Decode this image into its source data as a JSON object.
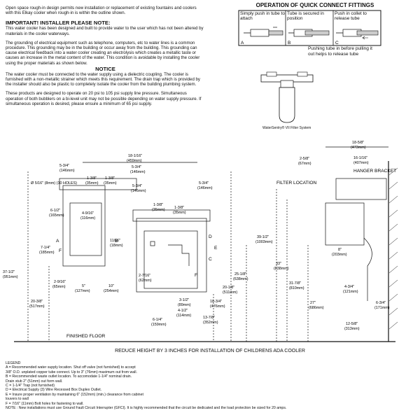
{
  "notes": {
    "intro": "Open space rough-in design permits new installation or replacement of existing fountains and coolers with this Elkay cooler when rough-in is within the outline shown.",
    "important_heading": "IMPORTANT!  INSTALLER PLEASE NOTE:",
    "important_body": "This water cooler has been designed and built to provide water to the user which has not been altered by materials in the cooler waterways.",
    "grounding": "The grounding of electrical equipment such as telephone, computers, etc to water lines is a common procedure.  This grounding may be in the building or occur away from the building.  This grounding can cause electrical feedback into a water cooler creating an electrolysis which creates a metallic taste or causes an increase in the metal content of the water.  This condition is avoidable by installing the cooler using the proper materials as shown below.",
    "notice_heading": "NOTICE",
    "notice_body": "The water cooler must be connected to the water supply using a dielectric coupling.  The cooler is furnished with a non-metallic strainer which meets this requirement.  The drain trap which is provided by the installer should also be plastic to completely isolate the cooler from the building plumbing system.",
    "pressure": "These products are designed to operate on 20 psi to 105 psi supply line pressure.  Simultaneous operation of both bubblers on a bi-level unit may not be possible depending on water supply pressure.  If simultaneous operation is desired, please ensure a minimum of 65 psi supply."
  },
  "fittings": {
    "title": "OPERATION OF QUICK CONNECT FITTINGS",
    "cells": [
      {
        "text": "Simply push in tube to attach",
        "letter": "A"
      },
      {
        "text": "Tube is secured in position",
        "letter": "B"
      },
      {
        "text": "Push in collet to release tube",
        "letter": "C"
      }
    ],
    "pushing_note": "Pushing tube in before pulling it out helps to release tube"
  },
  "filter_caption": "WaterSentry® VII Filter System",
  "drawing": {
    "labels": {
      "filter_location": "FILTER LOCATION",
      "hanger_bracket": "HANGER BRACKET",
      "finished_floor": "FINISHED FLOOR",
      "holes": "Ø 5/16\" (8mm) (10 HOLES)"
    },
    "letters": [
      "A",
      "B",
      "C",
      "D",
      "E",
      "F",
      "F"
    ],
    "dims": {
      "d_5_3_4_a": "5-3/4\"",
      "d_146_a": "(146mm)",
      "d_18_1_16": "18-1/16\"",
      "d_459": "(459mm)",
      "d_5_3_4_b": "5-3/4\"",
      "d_146_b": "(146mm)",
      "d_1_3_8_a": "1-3/8\"",
      "d_35_a": "(35mm)",
      "d_1_3_8_b": "1-3/8\"",
      "d_35_b": "(35mm)",
      "d_5_3_4_c": "5-3/4\"",
      "d_146_c": "(146mm)",
      "d_5_3_4_d": "5-3/4\"",
      "d_146_d": "(146mm)",
      "d_1_3_8_c": "1-3/8\"",
      "d_35_c": "(35mm)",
      "d_1_3_8_d": "1-3/8\"",
      "d_35_d": "(35mm)",
      "d_6_1_2": "6-1/2\"",
      "d_165": "(165mm)",
      "d_4_9_16": "4-9/16\"",
      "d_116": "(116mm)",
      "d_11_16": "11/16\"",
      "d_18": "(18mm)",
      "d_7_1_4": "7-1/4\"",
      "d_185": "(185mm)",
      "d_37_1_2": "37-1/2\"",
      "d_951": "(951mm)",
      "d_2_9_16": "2-9/16\"",
      "d_65": "(65mm)",
      "d_5": "5\"",
      "d_127": "(127mm)",
      "d_10": "10\"",
      "d_254": "(254mm)",
      "d_2_7_16": "2-7/16\"",
      "d_62": "(62mm)",
      "d_20_3_8": "20-3/8\"",
      "d_517": "(517mm)",
      "d_3_1_2": "3-1/2\"",
      "d_89": "(89mm)",
      "d_4_1_2": "4-1/2\"",
      "d_114": "(114mm)",
      "d_6_1_4": "6-1/4\"",
      "d_159": "(159mm)",
      "d_18_3_4": "18-3/4\"",
      "d_476": "(476mm)",
      "d_13_7_8": "13-7/8\"",
      "d_352": "(352mm)",
      "d_20_1_8": "20-1/8\"",
      "d_511": "(511mm)",
      "d_25_1_8": "25-1/8\"",
      "d_638": "(638mm)",
      "d_39_1_2": "39-1/2\"",
      "d_1003": "(1003mm)",
      "d_33": "33\"",
      "d_838": "(838mm)",
      "d_31_7_8": "31-7/8\"",
      "d_810": "(810mm)",
      "d_27": "27\"",
      "d_686": "(686mm)",
      "d_8": "8\"",
      "d_203": "(203mm)",
      "d_18_5_8": "18-5/8\"",
      "d_473": "(473mm)",
      "d_2_5_8": "2-5/8\"",
      "d_67": "(67mm)",
      "d_16_1_16": "16-1/16\"",
      "d_407": "(407mm)",
      "d_4_3_4": "4-3/4\"",
      "d_121": "(121mm)",
      "d_6_3_4": "6-3/4\"",
      "d_171": "(171mm)",
      "d_12_5_8": "12-5/8\"",
      "d_313": "(313mm)"
    }
  },
  "reduce_note": "REDUCE HEIGHT BY 3 INCHES FOR INSTALLATION OF CHILDRENS ADA COOLER",
  "legend": {
    "title": "LEGEND",
    "lines": [
      "A = Recommended water supply location. Shut off valve (not furnished) to accept",
      "      3/8\" O.D. unplated copper tube connect. Up to 3\" (76mm) maximum out from wall.",
      "B = Recommended waste outlet location. To accomodate 1-1/4\" nominal drain.",
      "      Drain stub 2\" (51mm) out form wall.",
      "C = 1-1/4\" Trap (not furnished)",
      "D = Electrical Supply (3) Wire Recessed Box Duplex Outlet.",
      "E = Insure proper ventilation by maintaining 6\" (152mm) (min.) clearance from cabinet",
      "      louvers to wall",
      "F = 7/16\" (11mm) Bolt holes for fastening to wall.",
      "NOTE : New installations must use Ground Fault Circuit Interrupter (GFCI). It is highly recommended that the circuit be dedicated and the load protection be sized for 20 amps."
    ]
  }
}
